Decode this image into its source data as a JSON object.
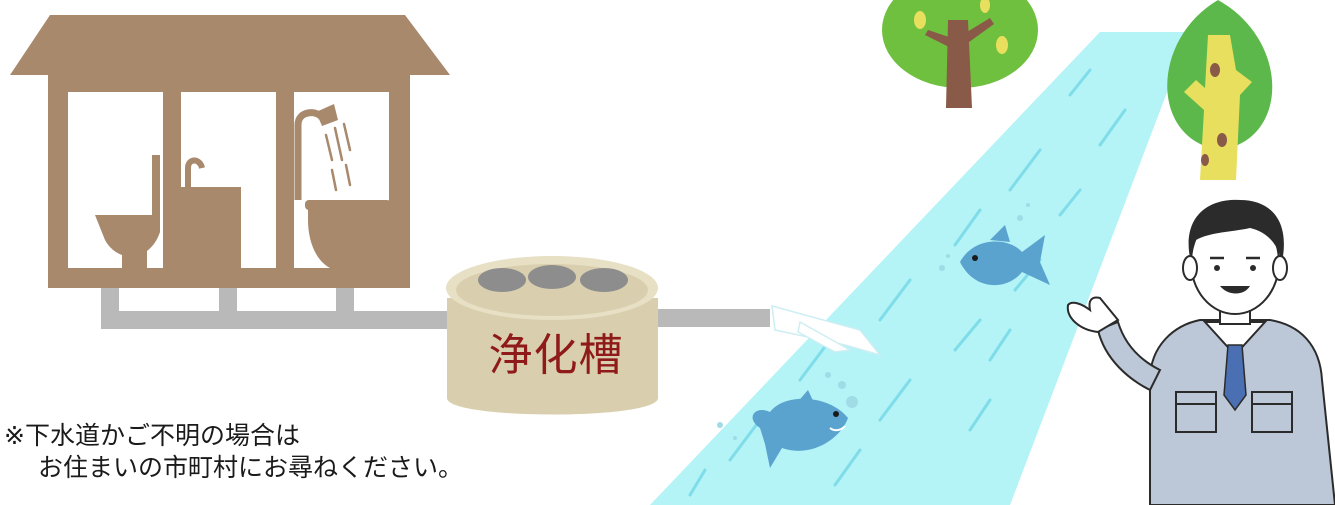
{
  "septic_tank": {
    "label": "浄化槽"
  },
  "note": {
    "line1": "※下水道かご不明の場合は",
    "line2": "お住まいの市町村にお尋ねください。"
  },
  "colors": {
    "house": "#a8896c",
    "pipe": "#b9b9b9",
    "tank_body": "#d9cfae",
    "tank_top": "#e7e0c5",
    "tank_stone": "#8d8d8d",
    "river": "#b4f3f6",
    "river_ripple": "#7fdde9",
    "fish": "#5aa3cf",
    "tree_leaves": "#6fc03f",
    "trunk_brown": "#8a5a48",
    "trunk_yellow": "#e8df5e",
    "worker_suit": "#bcc8d7",
    "worker_hair": "#2b2b2b",
    "tie": "#4a6fb3",
    "label_text": "#8f1a1a"
  }
}
